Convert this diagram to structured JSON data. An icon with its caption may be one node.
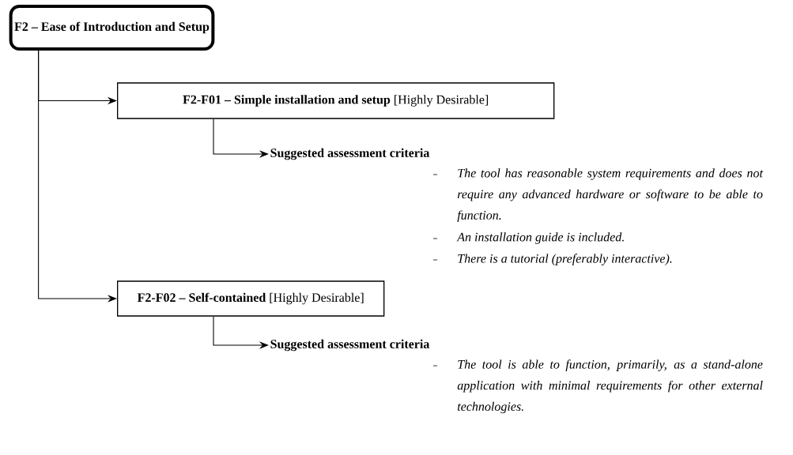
{
  "diagram": {
    "nodes": [
      {
        "text": [
          "F2 – Ease of Introduction and Setup"
        ]
      },
      {
        "text": [
          "**F2-F01 – Simple installation and setup** [Highly Desirable]"
        ]
      },
      {
        "text": [
          "Suggested assessment criteria"
        ]
      },
      {
        "text": [
          "**F2-F02 – Self-contained** [Highly Desirable]"
        ]
      },
      {
        "text": [
          "Suggested assessment criteria"
        ]
      }
    ],
    "edges": [
      {
        "from": 0,
        "to": 1,
        "arrow": "to"
      },
      {
        "from": 1,
        "to": 2,
        "arrow": "to"
      },
      {
        "from": 0,
        "to": 3,
        "arrow": "to"
      },
      {
        "from": 3,
        "to": 4,
        "arrow": "to"
      }
    ],
    "labels": [
      "The tool has reasonable system requirements and does not require any advanced hardware or software to be able to function.",
      "An installation guide is included.",
      "There is a tutorial (preferably interactive).",
      "The tool is able to function, primarily, as a stand-alone application with minimal requirements for other external technologies."
    ]
  }
}
